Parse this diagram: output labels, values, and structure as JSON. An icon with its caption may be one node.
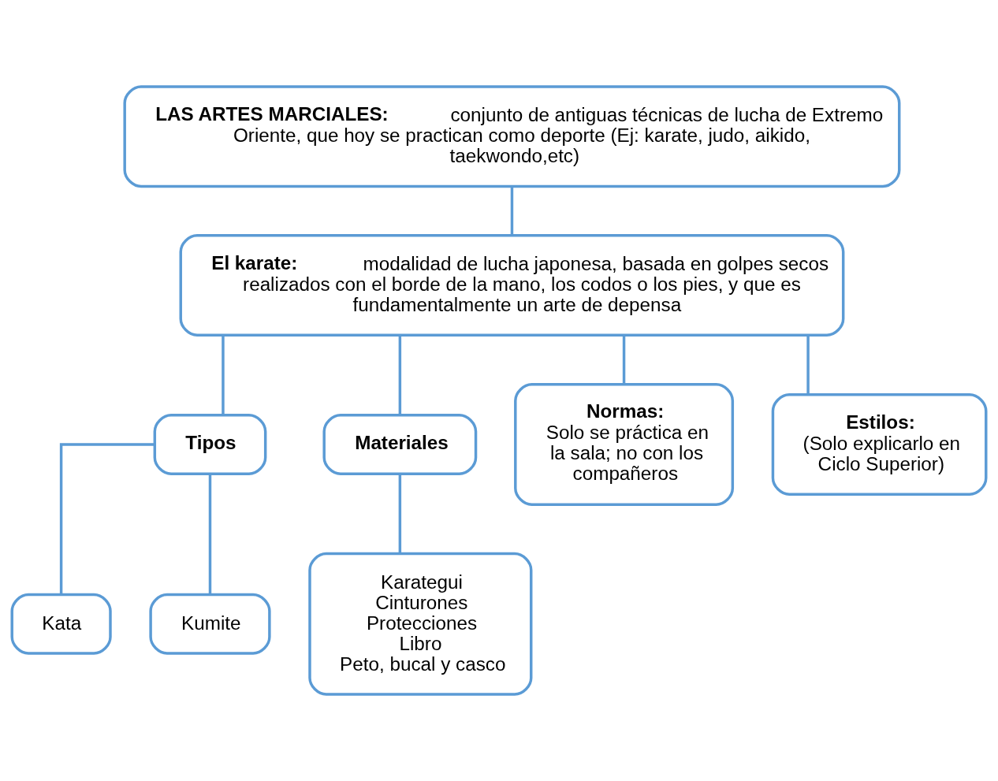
{
  "diagram": {
    "nodes": [
      {
        "text": [
          "**LAS ARTES MARCIALES:** conjunto de antiguas técnicas de lucha de Extremo Oriente, que hoy se practican como deporte (Ej: karate, judo, aikido, taekwondo,etc)"
        ]
      },
      {
        "text": [
          "**El karate:** modalidad de lucha japonesa, basada en golpes secos realizados con el borde de la mano, los codos o los pies, y que es fundamentalmente un arte de depensa"
        ]
      },
      {
        "text": [
          "Tipos"
        ]
      },
      {
        "text": [
          "Materiales"
        ]
      },
      {
        "text": [
          "Normas:",
          "Solo se práctica en la sala; no con los compañeros"
        ]
      },
      {
        "text": [
          "Estilos:",
          "(Solo explicarlo en Ciclo Superior)"
        ]
      },
      {
        "text": [
          "Kata"
        ]
      },
      {
        "text": [
          "Kumite"
        ]
      },
      {
        "text": [
          "Karategui",
          "Cinturones",
          "Protecciones",
          "Libro",
          "Peto, bucal y casco"
        ]
      }
    ],
    "edges": [
      {
        "from": 0,
        "to": 1,
        "arrow": "none"
      },
      {
        "from": 1,
        "to": 2,
        "arrow": "none"
      },
      {
        "from": 1,
        "to": 3,
        "arrow": "none"
      },
      {
        "from": 1,
        "to": 4,
        "arrow": "none"
      },
      {
        "from": 1,
        "to": 5,
        "arrow": "none"
      },
      {
        "from": 2,
        "to": 6,
        "arrow": "none"
      },
      {
        "from": 2,
        "to": 7,
        "arrow": "none"
      },
      {
        "from": 3,
        "to": 8,
        "arrow": "none"
      }
    ]
  }
}
